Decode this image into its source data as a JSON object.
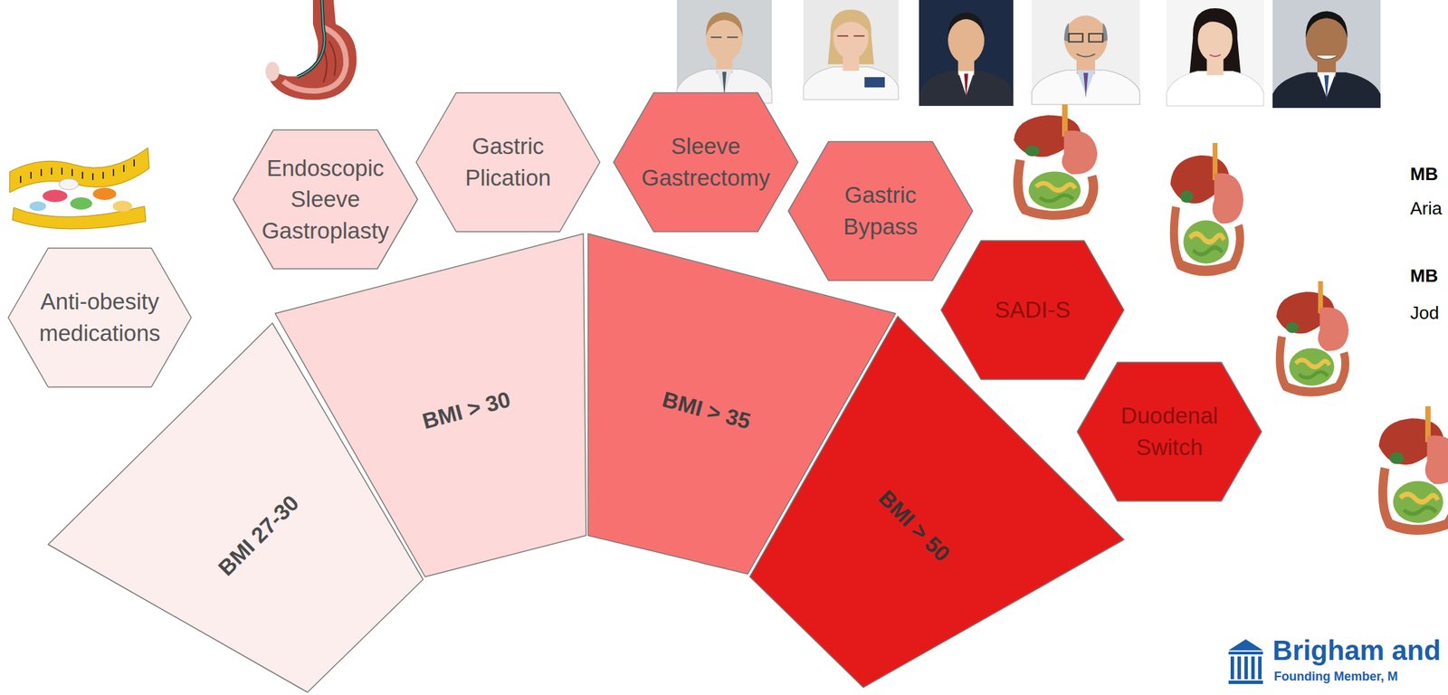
{
  "diagram": {
    "nodes": [
      {
        "text": [
          "Anti-obesity medications"
        ]
      },
      {
        "text": [
          "Endoscopic Sleeve Gastroplasty"
        ]
      },
      {
        "text": [
          "Gastric Plication"
        ]
      },
      {
        "text": [
          "Sleeve Gastrectomy"
        ]
      },
      {
        "text": [
          "Gastric Bypass"
        ]
      },
      {
        "text": [
          "SADI-S"
        ]
      },
      {
        "text": [
          "Duodenal Switch"
        ]
      },
      {
        "text": [
          "BMI 27-30"
        ]
      },
      {
        "text": [
          "BMI > 30"
        ]
      },
      {
        "text": [
          "BMI > 35"
        ]
      },
      {
        "text": [
          "BMI > 50"
        ]
      }
    ],
    "labels": [
      "MB",
      "Aria",
      "MB",
      "Jod",
      "Brigham and",
      "Founding Member, M"
    ]
  }
}
